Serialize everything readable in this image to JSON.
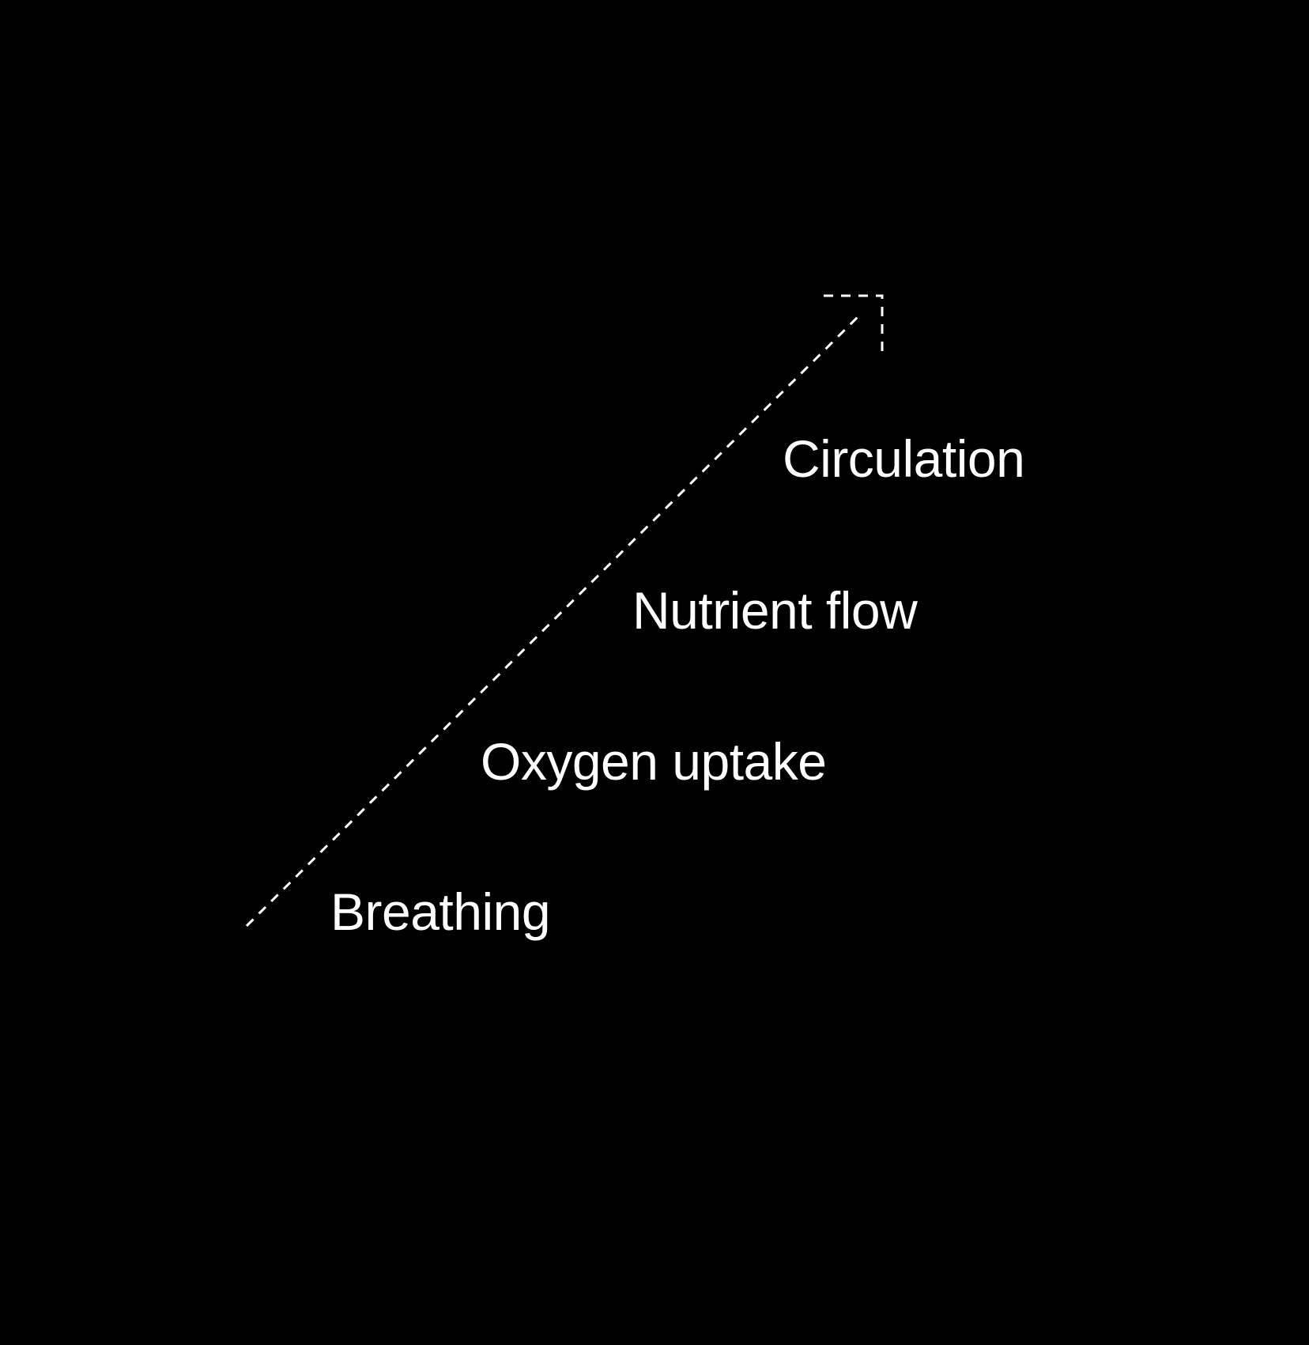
{
  "diagram": {
    "steps": [
      "Breathing",
      "Oxygen uptake",
      "Nutrient flow",
      "Circulation"
    ],
    "colors": {
      "background": "#000000",
      "foreground": "#ffffff"
    }
  }
}
